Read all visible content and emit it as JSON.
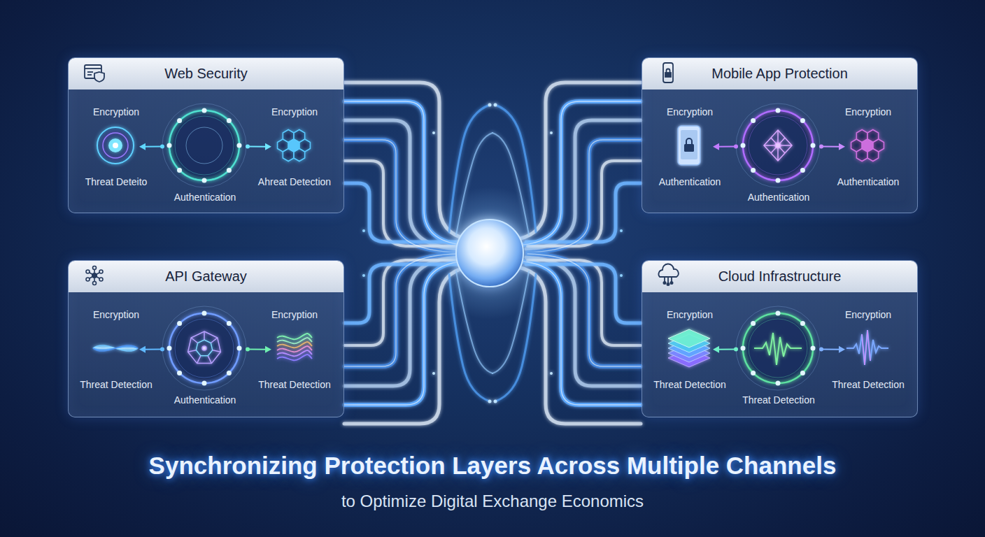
{
  "diagram": {
    "title": "Synchronizing Protection Layers Across Multiple Channels",
    "caption": "to Optimize Digital Exchange Economics",
    "nodes": [
      {
        "text": [
          "Web Security"
        ]
      },
      {
        "text": [
          "Encryption",
          "Threat Deteito"
        ],
        "in": 0
      },
      {
        "text": [
          "Authentication"
        ],
        "in": 0
      },
      {
        "text": [
          "Encryption",
          "Ahreat Detection"
        ],
        "in": 0
      },
      {
        "text": [
          "Mobile App Protection"
        ]
      },
      {
        "text": [
          "Encryption",
          "Authentication"
        ],
        "in": 4
      },
      {
        "text": [
          "Authentication"
        ],
        "in": 4
      },
      {
        "text": [
          "Encryption",
          "Authentication"
        ],
        "in": 4
      },
      {
        "text": [
          "API Gateway"
        ]
      },
      {
        "text": [
          "Encryption",
          "Threat Detection"
        ],
        "in": 8
      },
      {
        "text": [
          "Authentication"
        ],
        "in": 8
      },
      {
        "text": [
          "Encryption",
          "Threat Detection"
        ],
        "in": 8
      },
      {
        "text": [
          "Cloud Infrastructure"
        ]
      },
      {
        "text": [
          "Encryption",
          "Threat Detection"
        ],
        "in": 12
      },
      {
        "text": [
          "Threat Detection"
        ],
        "in": 12
      },
      {
        "text": [
          "Encryption",
          "Threat Detection"
        ],
        "in": 12
      }
    ],
    "edges": [
      {
        "from": 2,
        "to": 1,
        "arrow": "to"
      },
      {
        "from": 2,
        "to": 3,
        "arrow": "to"
      },
      {
        "from": 6,
        "to": 5,
        "arrow": "to"
      },
      {
        "from": 6,
        "to": 7,
        "arrow": "to"
      },
      {
        "from": 10,
        "to": 9,
        "arrow": "to"
      },
      {
        "from": 10,
        "to": 11,
        "arrow": "to"
      },
      {
        "from": 14,
        "to": 13,
        "arrow": "to"
      },
      {
        "from": 14,
        "to": 15,
        "arrow": "to"
      }
    ]
  }
}
